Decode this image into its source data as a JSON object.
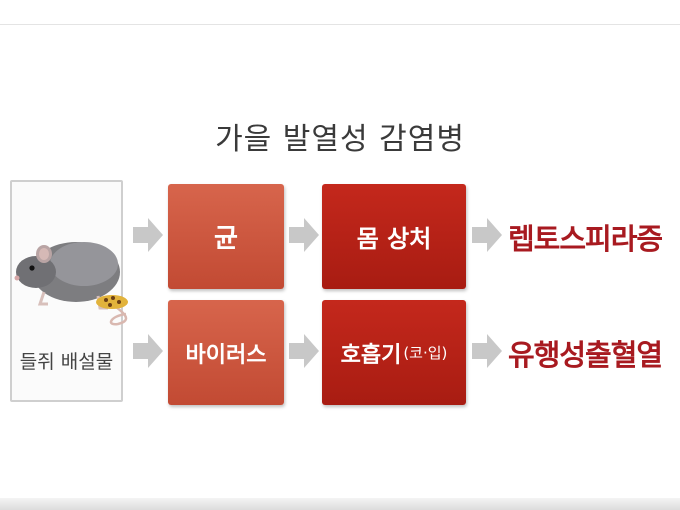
{
  "title": "가을 발열성 감염병",
  "source": {
    "label": "들쥐 배설물",
    "icon": "rat-icon"
  },
  "pathogens": [
    {
      "label": "균"
    },
    {
      "label": "바이러스"
    }
  ],
  "routes": [
    {
      "label": "몸 상처",
      "sub": ""
    },
    {
      "label": "호흡기",
      "sub": "(코·입)"
    }
  ],
  "diseases": [
    {
      "label": "렙토스피라증"
    },
    {
      "label": "유행성출혈열"
    }
  ],
  "colors": {
    "pathogen_box": "#c9533b",
    "route_box": "#b52216",
    "disease_text": "#a81a20",
    "arrow": "#c8c8c8"
  }
}
